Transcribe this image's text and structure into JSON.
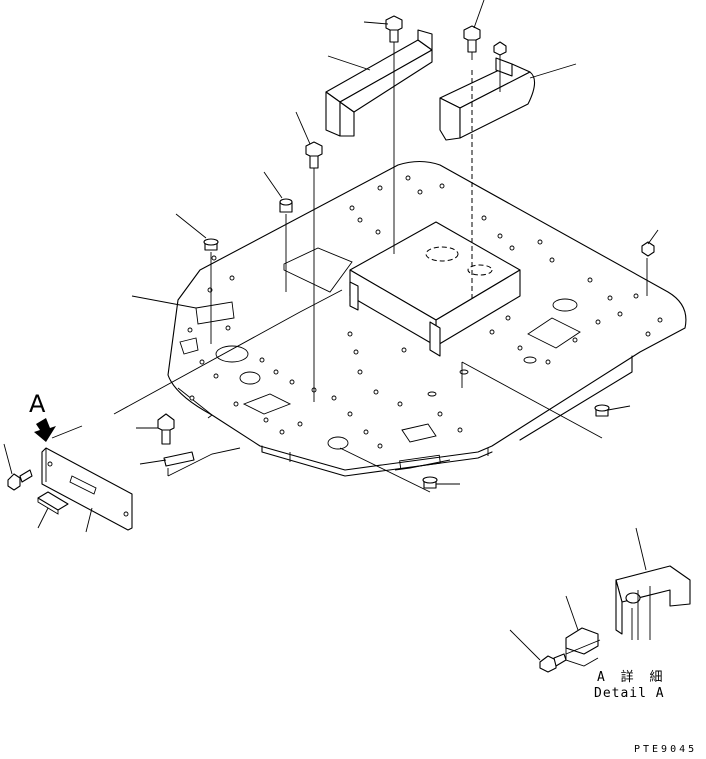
{
  "labels": {
    "view_letter": "A",
    "detail_jp": "A 詳 細",
    "detail_en": "Detail A",
    "drawing_code": "PTE9045"
  },
  "icons": {
    "view_arrow": "view-direction-arrow-icon",
    "bolt": "bolt-icon",
    "plug": "rubber-plug-icon"
  },
  "colors": {
    "line": "#000000",
    "background": "#ffffff"
  }
}
